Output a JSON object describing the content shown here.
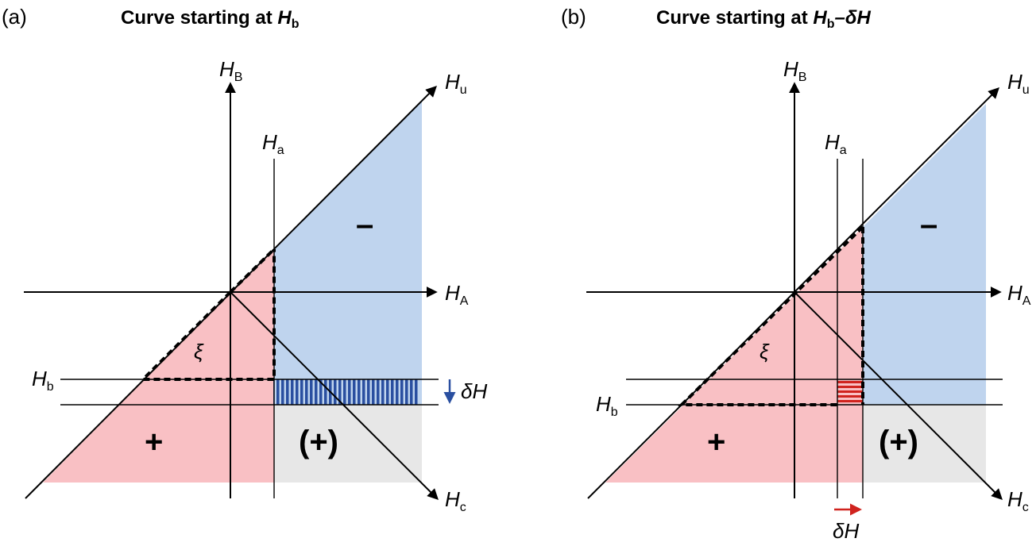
{
  "colors": {
    "pink": "#f9c0c4",
    "blue": "#bfd4ee",
    "gray": "#e7e7e7",
    "stripe_blue": "#2a4fa0",
    "stripe_red": "#d0231e"
  },
  "panels": [
    {
      "tag": "(a)",
      "title_text": "Curve starting at ",
      "title_H": "H",
      "title_sub": "b",
      "title_tail": "",
      "axis_HB": "H",
      "axis_HB_sub": "B",
      "axis_HA": "H",
      "axis_HA_sub": "A",
      "axis_Hu": "H",
      "axis_Hu_sub": "u",
      "axis_Hc": "H",
      "axis_Hc_sub": "c",
      "label_Ha": "H",
      "label_Ha_sub": "a",
      "label_Hb": "H",
      "label_Hb_sub": "b",
      "xi": "ξ",
      "minus": "–",
      "plus": "+",
      "paren_plus": "(+)",
      "delta": "δH"
    },
    {
      "tag": "(b)",
      "title_text": "Curve starting at ",
      "title_H": "H",
      "title_sub": "b",
      "title_tail": "–δH",
      "axis_HB": "H",
      "axis_HB_sub": "B",
      "axis_HA": "H",
      "axis_HA_sub": "A",
      "axis_Hu": "H",
      "axis_Hu_sub": "u",
      "axis_Hc": "H",
      "axis_Hc_sub": "c",
      "label_Ha": "H",
      "label_Ha_sub": "a",
      "label_Hb": "H",
      "label_Hb_sub": "b",
      "xi": "ξ",
      "minus": "–",
      "plus": "+",
      "paren_plus": "(+)",
      "delta": "δH"
    }
  ]
}
